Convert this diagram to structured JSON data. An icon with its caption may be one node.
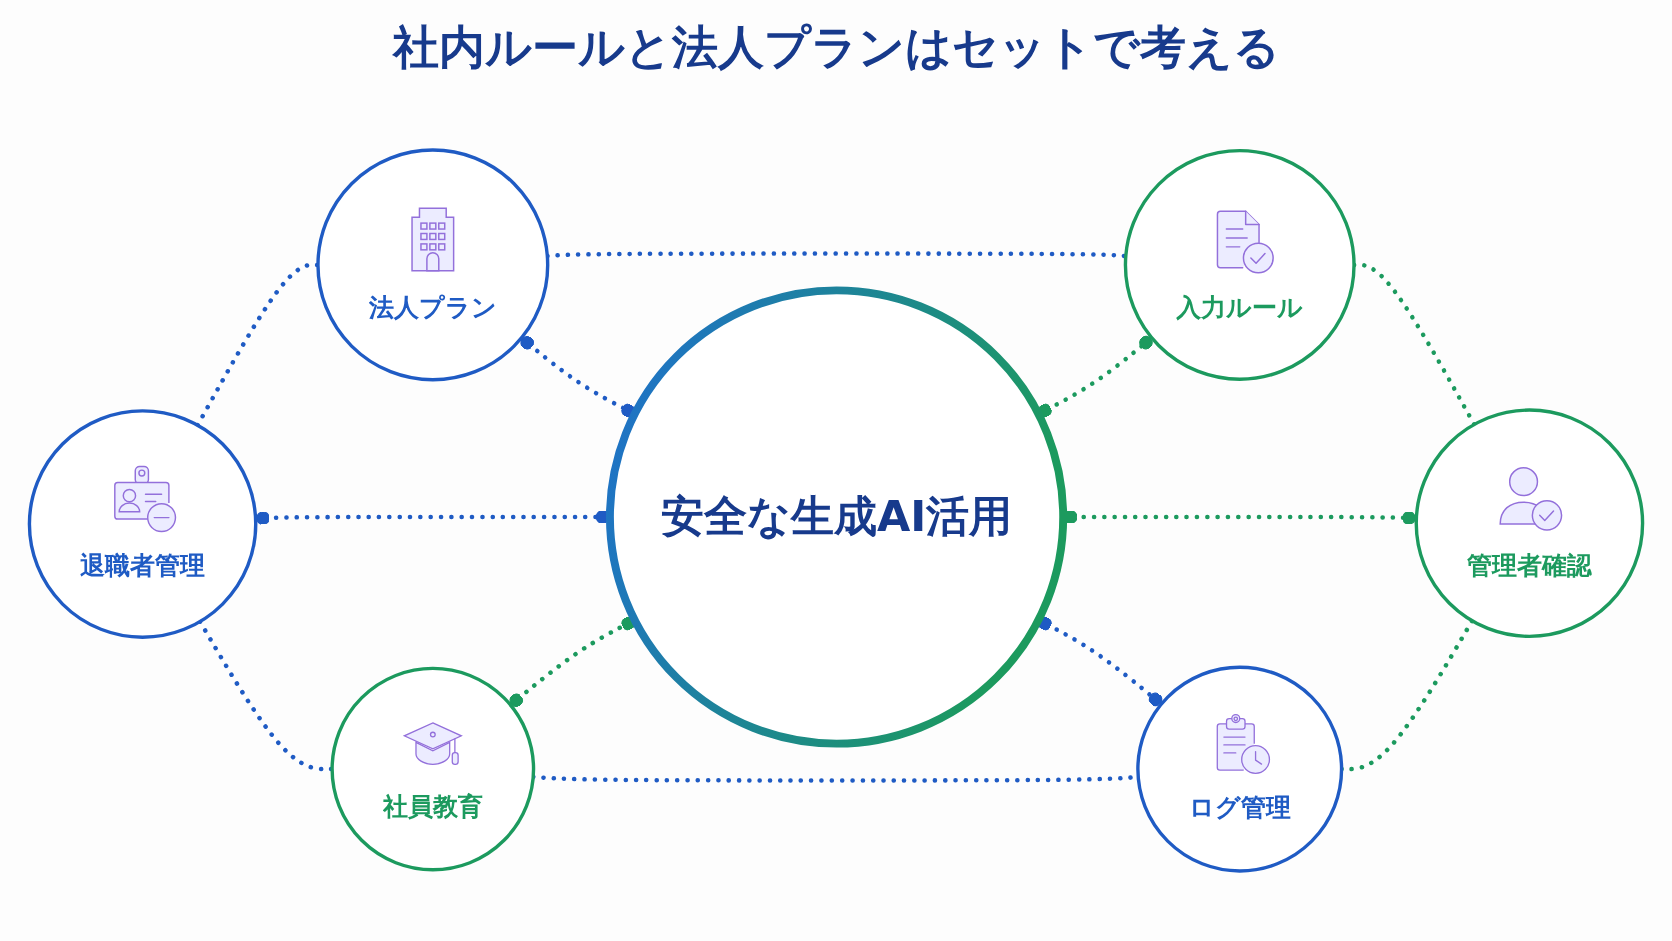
{
  "diagram": {
    "title": "社内ルールと法人プランはセットで考える",
    "nodes": [
      {
        "text": [
          "法人プラン"
        ]
      },
      {
        "text": [
          "入力ルール"
        ]
      },
      {
        "text": [
          "退職者管理"
        ]
      },
      {
        "text": [
          "安全な生成AI活用"
        ]
      },
      {
        "text": [
          "管理者確認"
        ]
      },
      {
        "text": [
          "社員教育"
        ]
      },
      {
        "text": [
          "ログ管理"
        ]
      }
    ],
    "edges": [
      {
        "from": 2,
        "to": 0,
        "arrow": "none",
        "style": "dashed",
        "color": "#1f5bc4"
      },
      {
        "from": 0,
        "to": 1,
        "arrow": "none",
        "style": "dashed",
        "color": "#1f5bc4"
      },
      {
        "from": 0,
        "to": 3,
        "arrow": "other",
        "style": "dashed",
        "color": "#1f5bc4"
      },
      {
        "from": 2,
        "to": 3,
        "arrow": "other",
        "style": "dashed",
        "color": "#1f5bc4"
      },
      {
        "from": 3,
        "to": 1,
        "arrow": "other",
        "style": "dashed",
        "color": "#1c9a5e"
      },
      {
        "from": 3,
        "to": 4,
        "arrow": "other",
        "style": "dashed",
        "color": "#1c9a5e"
      },
      {
        "from": 3,
        "to": 6,
        "arrow": "other",
        "style": "dashed",
        "color": "#1f5bc4"
      },
      {
        "from": 2,
        "to": 5,
        "arrow": "none",
        "style": "dashed",
        "color": "#1f5bc4"
      },
      {
        "from": 5,
        "to": 3,
        "arrow": "other",
        "style": "dashed",
        "color": "#1c9a5e"
      },
      {
        "from": 5,
        "to": 6,
        "arrow": "none",
        "style": "dashed",
        "color": "#1f5bc4"
      },
      {
        "from": 1,
        "to": 4,
        "arrow": "none",
        "style": "dashed",
        "color": "#1c9a5e"
      },
      {
        "from": 6,
        "to": 4,
        "arrow": "none",
        "style": "dashed",
        "color": "#1c9a5e"
      }
    ]
  }
}
